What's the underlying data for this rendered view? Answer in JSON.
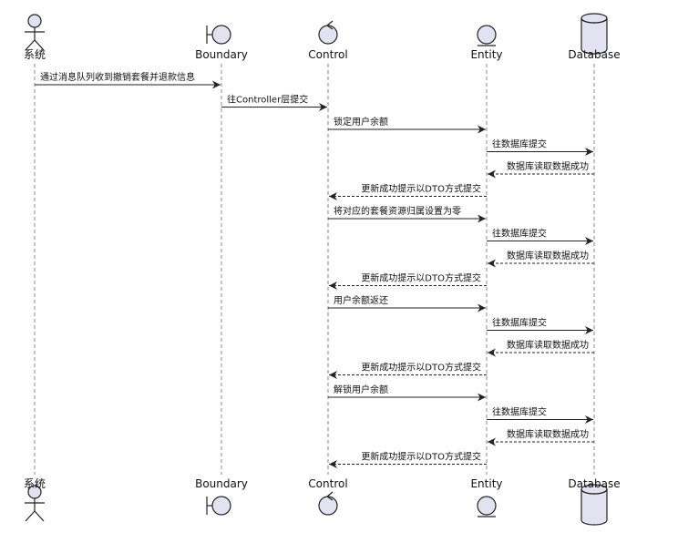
{
  "participants": [
    {
      "id": "sys",
      "label": "系统",
      "kind": "actor"
    },
    {
      "id": "bnd",
      "label": "Boundary",
      "kind": "boundary"
    },
    {
      "id": "ctl",
      "label": "Control",
      "kind": "control"
    },
    {
      "id": "ent",
      "label": "Entity",
      "kind": "entity"
    },
    {
      "id": "db",
      "label": "Database",
      "kind": "database"
    }
  ],
  "messages": [
    {
      "from": "sys",
      "to": "bnd",
      "label": "通过消息队列收到撤销套餐并退款信息",
      "type": "sync"
    },
    {
      "from": "bnd",
      "to": "ctl",
      "label": "往Controller层提交",
      "type": "sync"
    },
    {
      "from": "ctl",
      "to": "ent",
      "label": "锁定用户余额",
      "type": "sync"
    },
    {
      "from": "ent",
      "to": "db",
      "label": "往数据库提交",
      "type": "sync"
    },
    {
      "from": "db",
      "to": "ent",
      "label": "数据库读取数据成功",
      "type": "return"
    },
    {
      "from": "ent",
      "to": "ctl",
      "label": "更新成功提示以DTO方式提交",
      "type": "return"
    },
    {
      "from": "ctl",
      "to": "ent",
      "label": "将对应的套餐资源归属设置为零",
      "type": "sync"
    },
    {
      "from": "ent",
      "to": "db",
      "label": "往数据库提交",
      "type": "sync"
    },
    {
      "from": "db",
      "to": "ent",
      "label": "数据库读取数据成功",
      "type": "return"
    },
    {
      "from": "ent",
      "to": "ctl",
      "label": "更新成功提示以DTO方式提交",
      "type": "return"
    },
    {
      "from": "ctl",
      "to": "ent",
      "label": "用户余额返还",
      "type": "sync"
    },
    {
      "from": "ent",
      "to": "db",
      "label": "往数据库提交",
      "type": "sync"
    },
    {
      "from": "db",
      "to": "ent",
      "label": "数据库读取数据成功",
      "type": "return"
    },
    {
      "from": "ent",
      "to": "ctl",
      "label": "更新成功提示以DTO方式提交",
      "type": "return"
    },
    {
      "from": "ctl",
      "to": "ent",
      "label": "解锁用户余额",
      "type": "sync"
    },
    {
      "from": "ent",
      "to": "db",
      "label": "往数据库提交",
      "type": "sync"
    },
    {
      "from": "db",
      "to": "ent",
      "label": "数据库读取数据成功",
      "type": "return"
    },
    {
      "from": "ent",
      "to": "ctl",
      "label": "更新成功提示以DTO方式提交",
      "type": "return"
    }
  ]
}
